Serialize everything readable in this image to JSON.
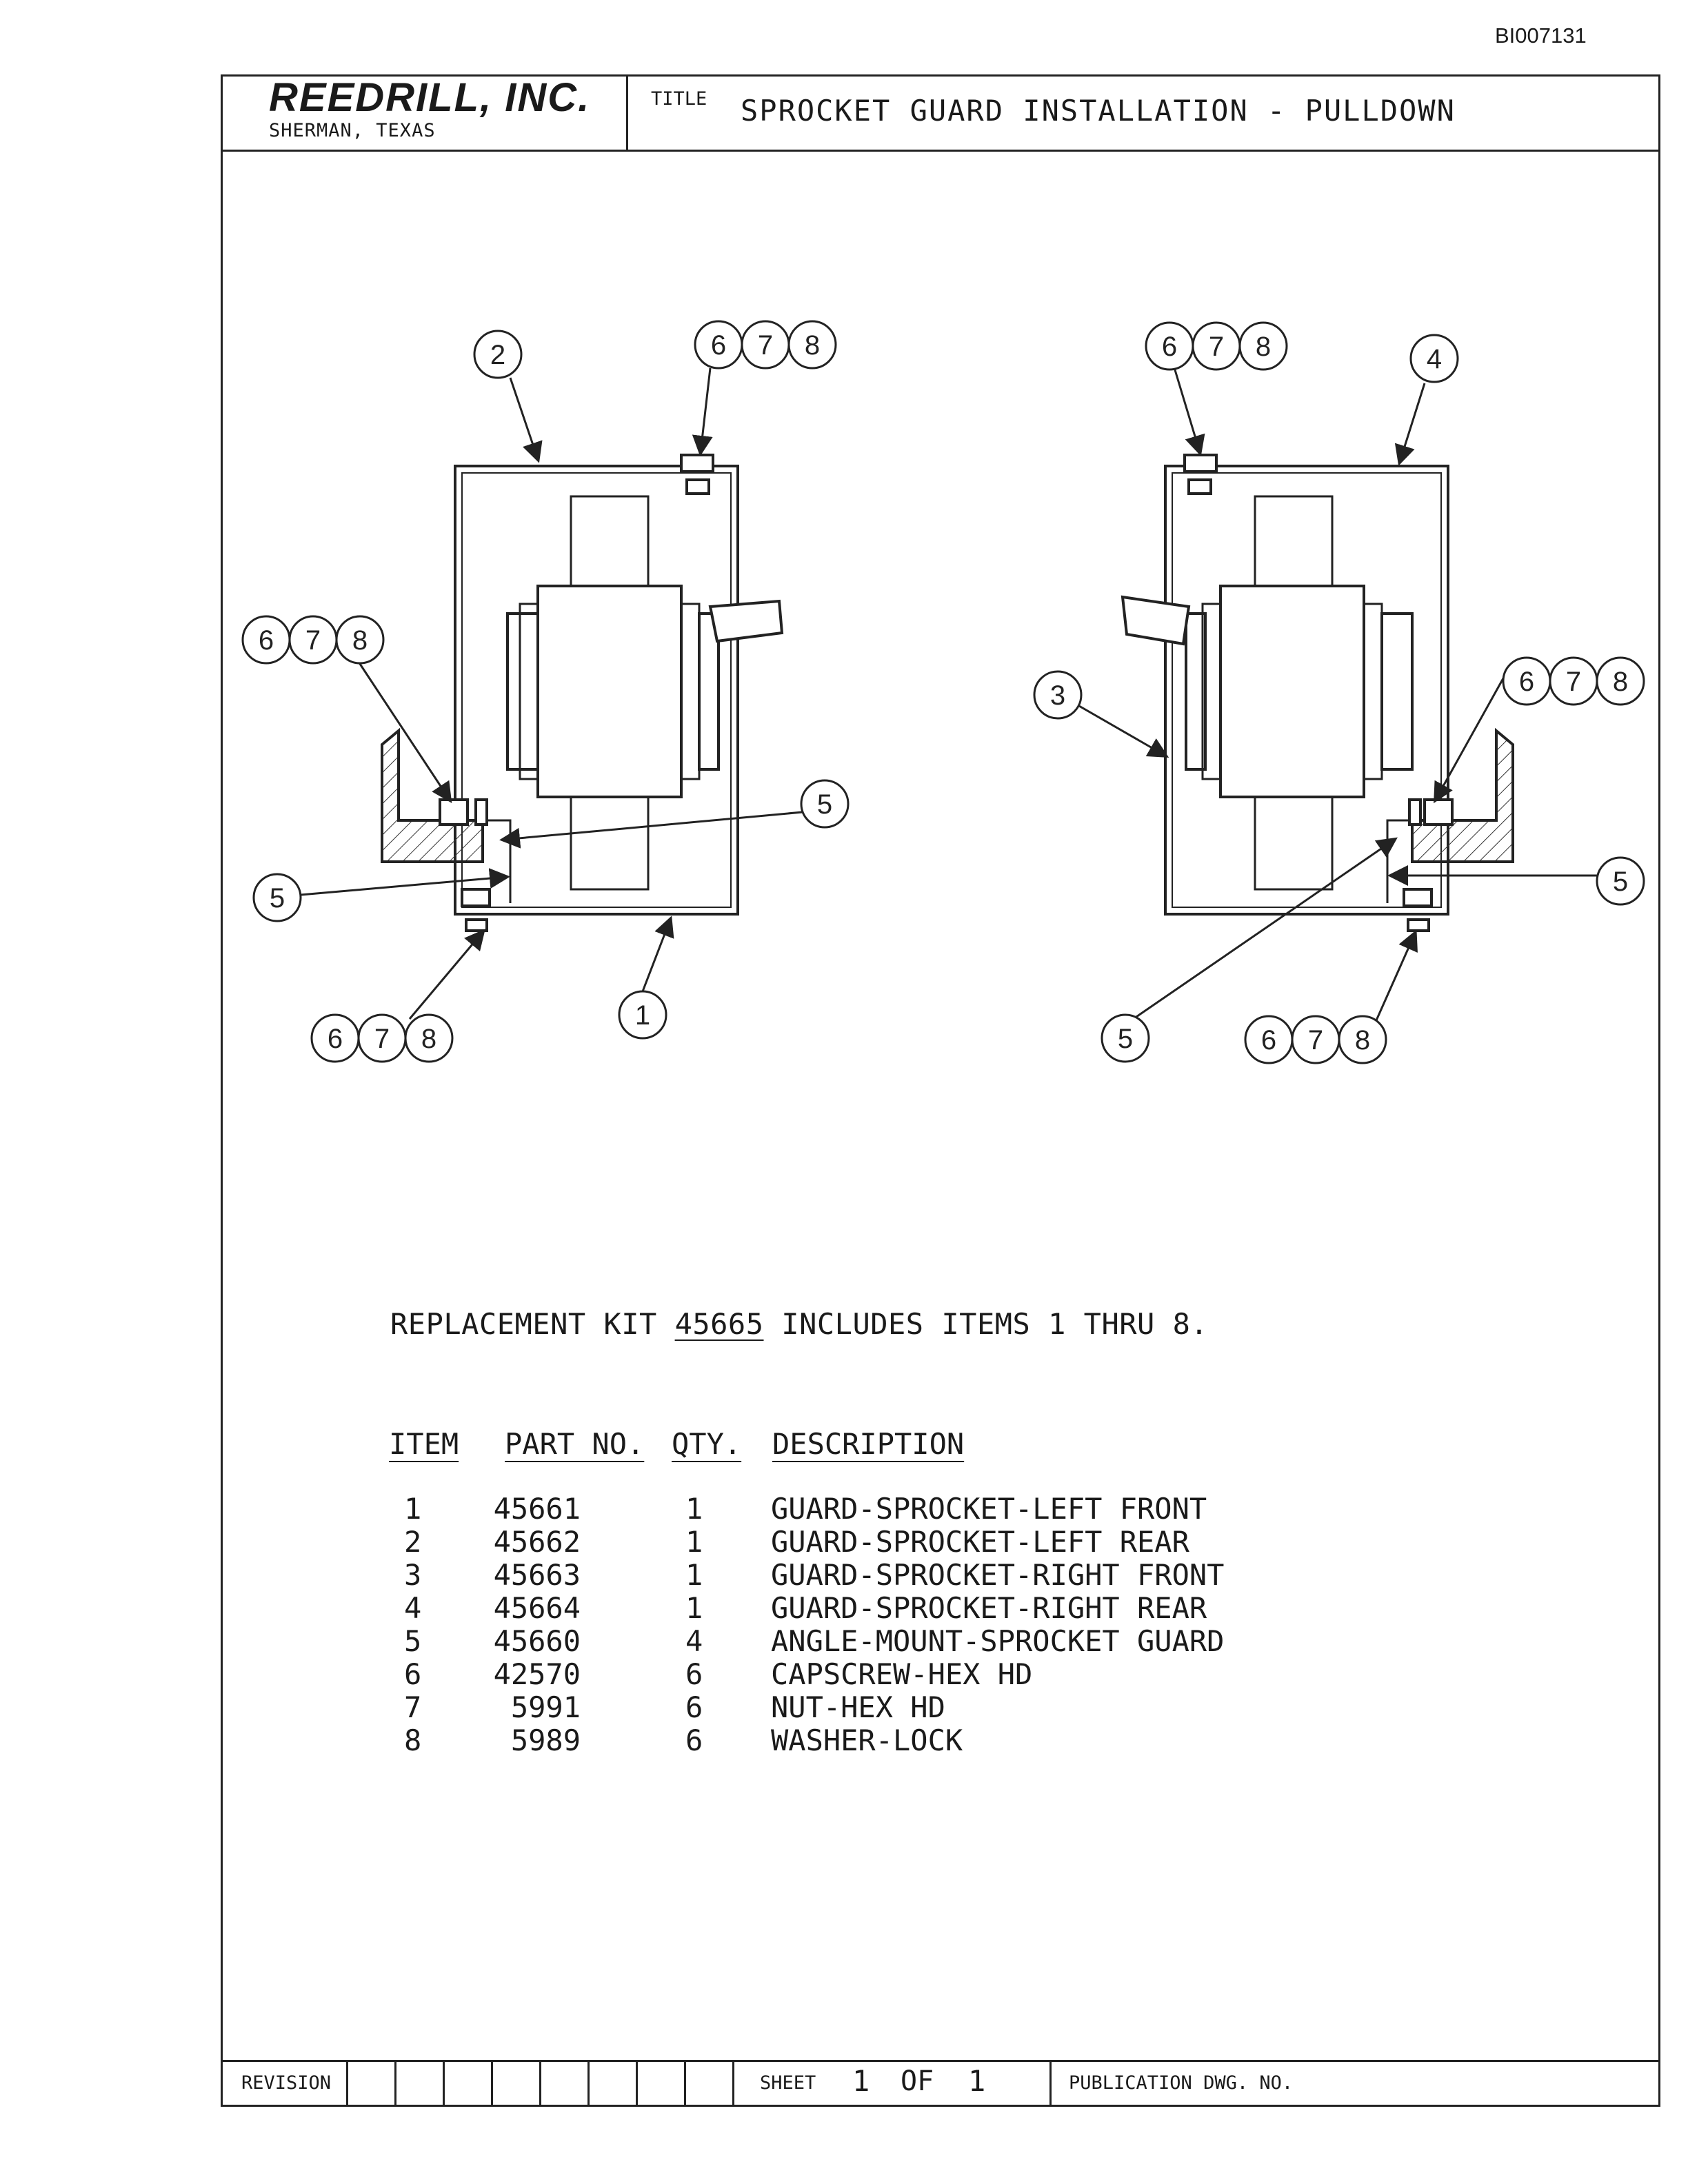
{
  "doc_id": "BI007131",
  "header": {
    "company": "REEDRILL, INC.",
    "location": "SHERMAN, TEXAS",
    "title_label": "TITLE",
    "title": "SPROCKET GUARD INSTALLATION - PULLDOWN"
  },
  "callouts": {
    "c1": "1",
    "c2": "2",
    "c3": "3",
    "c4": "4",
    "c5": "5",
    "c6": "6",
    "c7": "7",
    "c8": "8"
  },
  "kit": {
    "prefix": "REPLACEMENT KIT ",
    "number": "45665",
    "suffix": " INCLUDES ITEMS 1 THRU 8."
  },
  "parts_table": {
    "headers": [
      "ITEM",
      "PART NO.",
      "QTY.",
      "DESCRIPTION"
    ],
    "rows": [
      {
        "item": "1",
        "part": "45661",
        "qty": "1",
        "desc": "GUARD-SPROCKET-LEFT FRONT"
      },
      {
        "item": "2",
        "part": "45662",
        "qty": "1",
        "desc": "GUARD-SPROCKET-LEFT REAR"
      },
      {
        "item": "3",
        "part": "45663",
        "qty": "1",
        "desc": "GUARD-SPROCKET-RIGHT FRONT"
      },
      {
        "item": "4",
        "part": "45664",
        "qty": "1",
        "desc": "GUARD-SPROCKET-RIGHT REAR"
      },
      {
        "item": "5",
        "part": "45660",
        "qty": "4",
        "desc": "ANGLE-MOUNT-SPROCKET GUARD"
      },
      {
        "item": "6",
        "part": "42570",
        "qty": "6",
        "desc": "CAPSCREW-HEX HD"
      },
      {
        "item": "7",
        "part": "5991",
        "qty": "6",
        "desc": "NUT-HEX HD"
      },
      {
        "item": "8",
        "part": "5989",
        "qty": "6",
        "desc": "WASHER-LOCK"
      }
    ]
  },
  "footer": {
    "revision_label": "REVISION",
    "sheet_label": "SHEET",
    "sheet_num": "1",
    "of_label": "OF",
    "sheet_total": "1",
    "pub_label": "PUBLICATION DWG. NO."
  }
}
